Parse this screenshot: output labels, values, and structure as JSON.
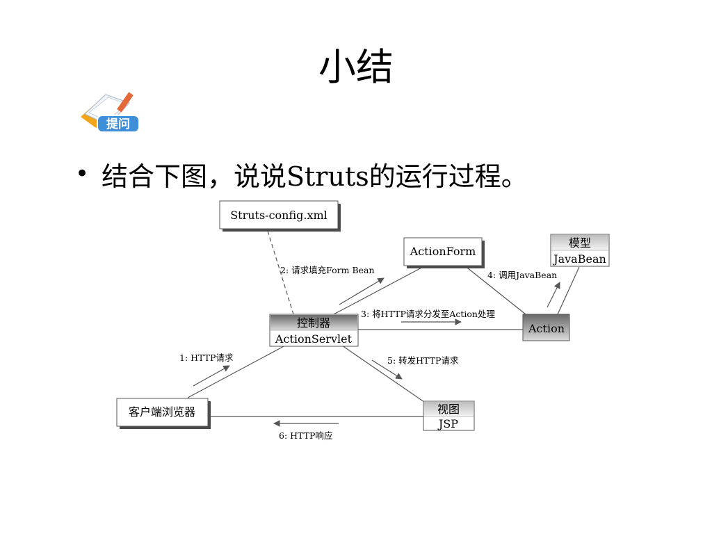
{
  "slide": {
    "title": "小结",
    "icon_label": "提问",
    "bullet": "结合下图，说说Struts的运行过程。"
  },
  "diagram": {
    "nodes": {
      "config": "Struts-config.xml",
      "actionform": "ActionForm",
      "model_title": "模型",
      "model_sub": "JavaBean",
      "controller_title": "控制器",
      "controller_sub": "ActionServlet",
      "action": "Action",
      "browser": "客户端浏览器",
      "view_title": "视图",
      "view_sub": "JSP"
    },
    "edges": {
      "step1": "1: HTTP请求",
      "step2": "2: 请求填充Form Bean",
      "step3": "3: 将HTTP请求分发至Action处理",
      "step4": "4: 调用JavaBean",
      "step5": "5: 转发HTTP请求",
      "step6": "6: HTTP响应"
    }
  },
  "colors": {
    "box_border": "#555555",
    "arrow": "#555555",
    "gradient_dark": "#6a6a6a",
    "icon_accent": "#f2a51a",
    "icon_badge": "#3f8fd8"
  }
}
